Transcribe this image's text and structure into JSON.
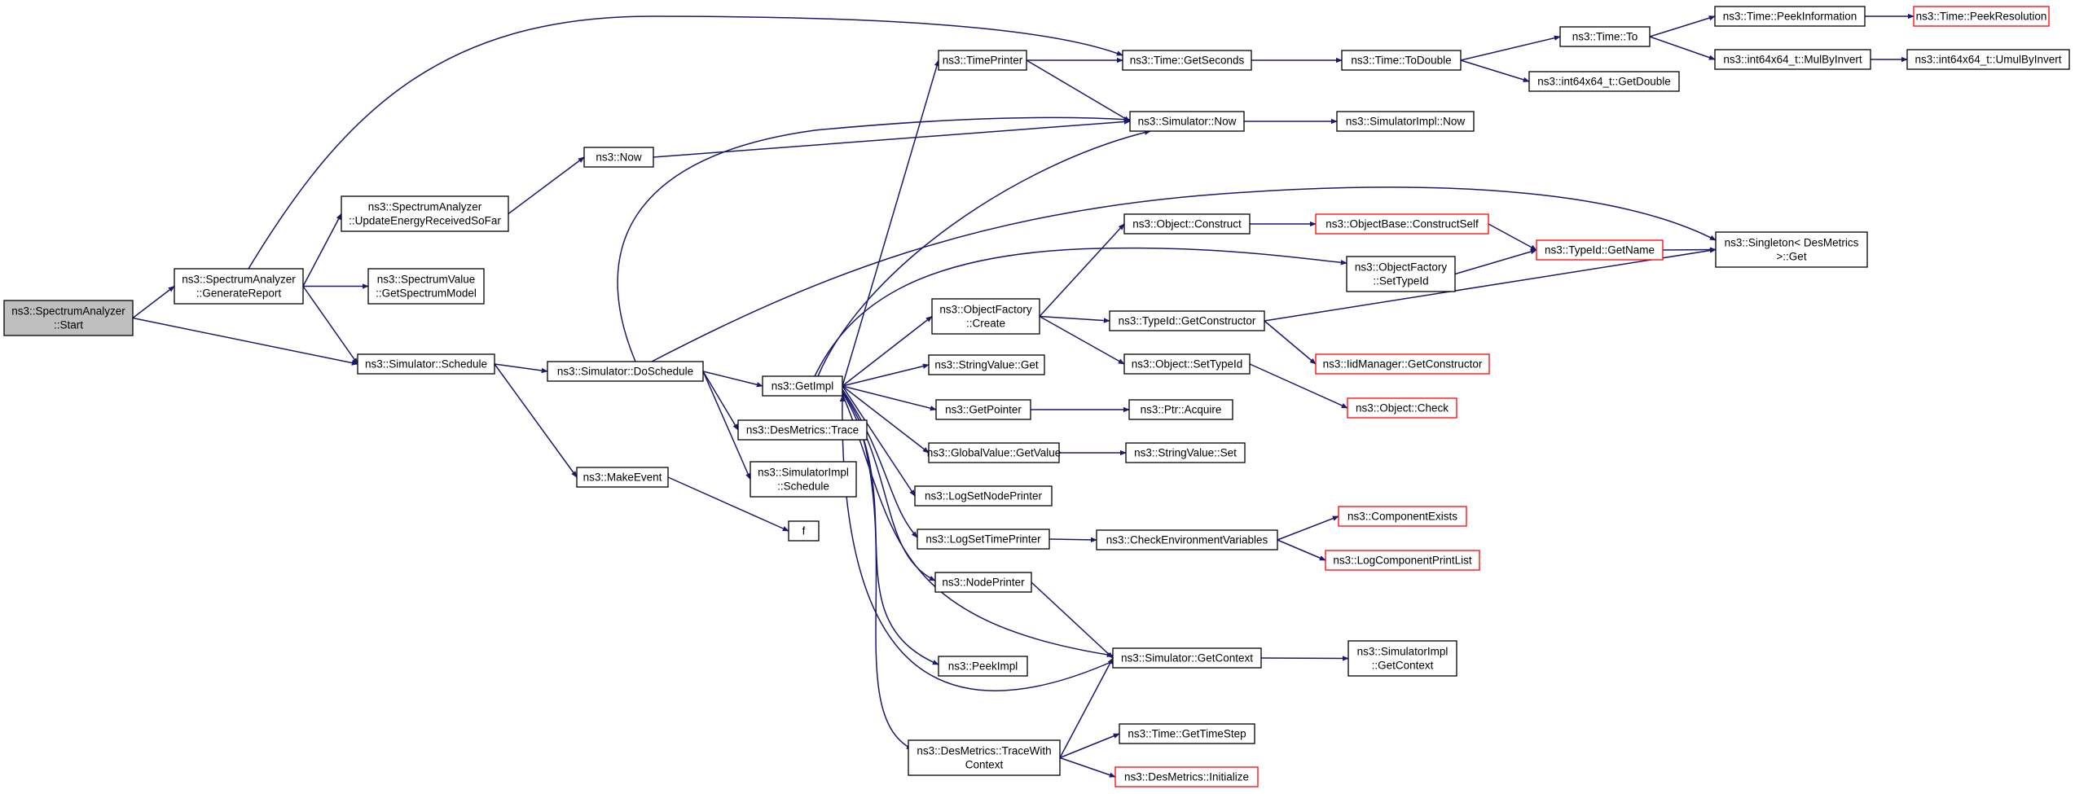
{
  "diagram": {
    "type": "call-graph",
    "edge_color": "#191970",
    "truncated_border_color": "#ff0000",
    "root_fill": "#bfbfbf",
    "nodes": [
      {
        "id": "start",
        "lines": [
          "ns3::SpectrumAnalyzer",
          "::Start"
        ],
        "style": "root"
      },
      {
        "id": "genreport",
        "lines": [
          "ns3::SpectrumAnalyzer",
          "::GenerateReport"
        ]
      },
      {
        "id": "schedule",
        "lines": [
          "ns3::Simulator::Schedule"
        ]
      },
      {
        "id": "updateenergy",
        "lines": [
          "ns3::SpectrumAnalyzer",
          "::UpdateEnergyReceivedSoFar"
        ]
      },
      {
        "id": "getspectrummodel",
        "lines": [
          "ns3::SpectrumValue",
          "::GetSpectrumModel"
        ]
      },
      {
        "id": "now",
        "lines": [
          "ns3::Now"
        ]
      },
      {
        "id": "doschedule",
        "lines": [
          "ns3::Simulator::DoSchedule"
        ]
      },
      {
        "id": "makeevent",
        "lines": [
          "ns3::MakeEvent"
        ]
      },
      {
        "id": "f",
        "lines": [
          "f"
        ]
      },
      {
        "id": "getimpl",
        "lines": [
          "ns3::GetImpl"
        ]
      },
      {
        "id": "desmetricstrace",
        "lines": [
          "ns3::DesMetrics::Trace"
        ]
      },
      {
        "id": "simimplschedule",
        "lines": [
          "ns3::SimulatorImpl",
          "::Schedule"
        ]
      },
      {
        "id": "timeprinter",
        "lines": [
          "ns3::TimePrinter"
        ]
      },
      {
        "id": "objfactorycreate",
        "lines": [
          "ns3::ObjectFactory",
          "::Create"
        ]
      },
      {
        "id": "stringvalueget",
        "lines": [
          "ns3::StringValue::Get"
        ]
      },
      {
        "id": "getpointer",
        "lines": [
          "ns3::GetPointer"
        ]
      },
      {
        "id": "globalvalueget",
        "lines": [
          "ns3::GlobalValue::GetValue"
        ]
      },
      {
        "id": "logsetnodeprinter",
        "lines": [
          "ns3::LogSetNodePrinter"
        ]
      },
      {
        "id": "logsettimeprinter",
        "lines": [
          "ns3::LogSetTimePrinter"
        ]
      },
      {
        "id": "nodeprinter",
        "lines": [
          "ns3::NodePrinter"
        ]
      },
      {
        "id": "peekimpl",
        "lines": [
          "ns3::PeekImpl"
        ]
      },
      {
        "id": "tracewithcontext",
        "lines": [
          "ns3::DesMetrics::TraceWith",
          "Context"
        ]
      },
      {
        "id": "timegetseconds",
        "lines": [
          "ns3::Time::GetSeconds"
        ]
      },
      {
        "id": "simnow",
        "lines": [
          "ns3::Simulator::Now"
        ]
      },
      {
        "id": "objconstruct",
        "lines": [
          "ns3::Object::Construct"
        ]
      },
      {
        "id": "typeidgetconstructor",
        "lines": [
          "ns3::TypeId::GetConstructor"
        ]
      },
      {
        "id": "objsettypeid",
        "lines": [
          "ns3::Object::SetTypeId"
        ]
      },
      {
        "id": "ptracquire",
        "lines": [
          "ns3::Ptr::Acquire"
        ]
      },
      {
        "id": "stringvalueset",
        "lines": [
          "ns3::StringValue::Set"
        ]
      },
      {
        "id": "checkenv",
        "lines": [
          "ns3::CheckEnvironmentVariables"
        ]
      },
      {
        "id": "simgetcontext",
        "lines": [
          "ns3::Simulator::GetContext"
        ]
      },
      {
        "id": "timegettimestep",
        "lines": [
          "ns3::Time::GetTimeStep"
        ]
      },
      {
        "id": "desmetricsinit",
        "lines": [
          "ns3::DesMetrics::Initialize"
        ],
        "style": "truncated"
      },
      {
        "id": "timetodouble",
        "lines": [
          "ns3::Time::ToDouble"
        ]
      },
      {
        "id": "simimplnow",
        "lines": [
          "ns3::SimulatorImpl::Now"
        ]
      },
      {
        "id": "objbaseconstructself",
        "lines": [
          "ns3::ObjectBase::ConstructSelf"
        ],
        "style": "truncated"
      },
      {
        "id": "objfactorysettypeid",
        "lines": [
          "ns3::ObjectFactory",
          "::SetTypeId"
        ]
      },
      {
        "id": "iidmanagergetconstructor",
        "lines": [
          "ns3::IidManager::GetConstructor"
        ],
        "style": "truncated"
      },
      {
        "id": "objcheck",
        "lines": [
          "ns3::Object::Check"
        ],
        "style": "truncated"
      },
      {
        "id": "componentexists",
        "lines": [
          "ns3::ComponentExists"
        ],
        "style": "truncated"
      },
      {
        "id": "logcomponentprintlist",
        "lines": [
          "ns3::LogComponentPrintList"
        ],
        "style": "truncated"
      },
      {
        "id": "simimplgetcontext",
        "lines": [
          "ns3::SimulatorImpl",
          "::GetContext"
        ]
      },
      {
        "id": "timeto",
        "lines": [
          "ns3::Time::To"
        ]
      },
      {
        "id": "int64getdouble",
        "lines": [
          "ns3::int64x64_t::GetDouble"
        ]
      },
      {
        "id": "typeidgetname",
        "lines": [
          "ns3::TypeId::GetName"
        ],
        "style": "truncated"
      },
      {
        "id": "singletonget",
        "lines": [
          "ns3::Singleton< DesMetrics",
          " >::Get"
        ]
      },
      {
        "id": "timepeekinformation",
        "lines": [
          "ns3::Time::PeekInformation"
        ]
      },
      {
        "id": "int64mulbyinvert",
        "lines": [
          "ns3::int64x64_t::MulByInvert"
        ]
      },
      {
        "id": "timepeekresolution",
        "lines": [
          "ns3::Time::PeekResolution"
        ],
        "style": "truncated"
      },
      {
        "id": "int64umulbyinvert",
        "lines": [
          "ns3::int64x64_t::UmulByInvert"
        ]
      }
    ],
    "edges": [
      [
        "start",
        "genreport"
      ],
      [
        "start",
        "schedule"
      ],
      [
        "genreport",
        "updateenergy"
      ],
      [
        "genreport",
        "getspectrummodel"
      ],
      [
        "genreport",
        "schedule"
      ],
      [
        "genreport",
        "timegetseconds"
      ],
      [
        "updateenergy",
        "now"
      ],
      [
        "now",
        "simnow"
      ],
      [
        "schedule",
        "doschedule"
      ],
      [
        "schedule",
        "makeevent"
      ],
      [
        "makeevent",
        "f"
      ],
      [
        "doschedule",
        "getimpl"
      ],
      [
        "doschedule",
        "desmetricstrace"
      ],
      [
        "doschedule",
        "simimplschedule"
      ],
      [
        "doschedule",
        "simnow"
      ],
      [
        "doschedule",
        "singletonget"
      ],
      [
        "desmetricstrace",
        "tracewithcontext"
      ],
      [
        "getimpl",
        "timeprinter"
      ],
      [
        "getimpl",
        "objfactorycreate"
      ],
      [
        "getimpl",
        "stringvalueget"
      ],
      [
        "getimpl",
        "getpointer"
      ],
      [
        "getimpl",
        "globalvalueget"
      ],
      [
        "getimpl",
        "logsetnodeprinter"
      ],
      [
        "getimpl",
        "logsettimeprinter"
      ],
      [
        "getimpl",
        "nodeprinter"
      ],
      [
        "getimpl",
        "peekimpl"
      ],
      [
        "getimpl",
        "simnow"
      ],
      [
        "getimpl",
        "objfactorysettypeid"
      ],
      [
        "getimpl",
        "simgetcontext"
      ],
      [
        "simgetcontext",
        "getimpl"
      ],
      [
        "timeprinter",
        "timegetseconds"
      ],
      [
        "timeprinter",
        "simnow"
      ],
      [
        "timegetseconds",
        "timetodouble"
      ],
      [
        "timetodouble",
        "timeto"
      ],
      [
        "timetodouble",
        "int64getdouble"
      ],
      [
        "timeto",
        "timepeekinformation"
      ],
      [
        "timeto",
        "int64mulbyinvert"
      ],
      [
        "timepeekinformation",
        "timepeekresolution"
      ],
      [
        "int64mulbyinvert",
        "int64umulbyinvert"
      ],
      [
        "simnow",
        "simimplnow"
      ],
      [
        "objfactorycreate",
        "objconstruct"
      ],
      [
        "objfactorycreate",
        "typeidgetconstructor"
      ],
      [
        "objfactorycreate",
        "objsettypeid"
      ],
      [
        "objconstruct",
        "objbaseconstructself"
      ],
      [
        "objbaseconstructself",
        "typeidgetname"
      ],
      [
        "objfactorysettypeid",
        "typeidgetname"
      ],
      [
        "typeidgetname",
        "singletonget"
      ],
      [
        "typeidgetconstructor",
        "singletonget"
      ],
      [
        "typeidgetconstructor",
        "iidmanagergetconstructor"
      ],
      [
        "objsettypeid",
        "objcheck"
      ],
      [
        "getpointer",
        "ptracquire"
      ],
      [
        "globalvalueget",
        "stringvalueset"
      ],
      [
        "logsettimeprinter",
        "checkenv"
      ],
      [
        "checkenv",
        "componentexists"
      ],
      [
        "checkenv",
        "logcomponentprintlist"
      ],
      [
        "nodeprinter",
        "simgetcontext"
      ],
      [
        "simgetcontext",
        "simimplgetcontext"
      ],
      [
        "tracewithcontext",
        "simgetcontext"
      ],
      [
        "tracewithcontext",
        "timegettimestep"
      ],
      [
        "tracewithcontext",
        "desmetricsinit"
      ]
    ]
  }
}
